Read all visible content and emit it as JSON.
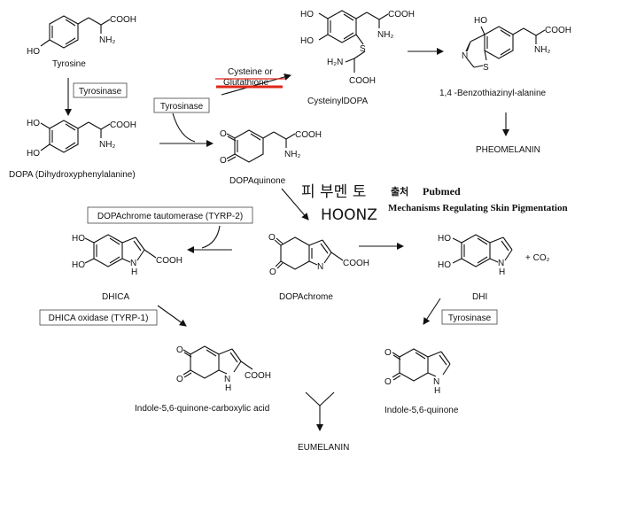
{
  "compounds": {
    "tyrosine": "Tyrosine",
    "dopa": "DOPA (Dihydroxyphenylalanine)",
    "dopaquinone": "DOPAquinone",
    "cysteinyldopa": "CysteinylDOPA",
    "benzothiazinyl": "1,4 -Benzothiazinyl-alanine",
    "pheomelanin": "PHEOMELANIN",
    "dhica": "DHICA",
    "dopachrome": "DOPAchrome",
    "dhi": "DHI",
    "indole_quinone_carboxylic": "Indole-5,6-quinone-carboxylic acid",
    "indole_quinone": "Indole-5,6-quinone",
    "eumelanin": "EUMELANIN",
    "co2": "+ CO₂"
  },
  "enzymes": {
    "tyrosinase_1": "Tyrosinase",
    "tyrosinase_2": "Tyrosinase",
    "tyrosinase_3": "Tyrosinase",
    "tautomerase": "DOPAchrome tautomerase (TYRP-2)",
    "dhica_oxidase": "DHICA oxidase (TYRP-1)",
    "cysteine_line1": "Cysteine or",
    "cysteine_line2": "Glutathione"
  },
  "atoms": {
    "cooh": "COOH",
    "nh2": "NH₂",
    "ho": "HO",
    "o": "O",
    "s": "S",
    "n": "N",
    "h": "H",
    "h2n": "H₂N"
  },
  "watermark": {
    "korean": "피 부멘 토",
    "hoonz": "HOONZ",
    "source_label": "출처",
    "pubmed": "Pubmed",
    "title": "Mechanisms Regulating Skin Pigmentation"
  },
  "colors": {
    "highlight_line": "#e0261a"
  }
}
